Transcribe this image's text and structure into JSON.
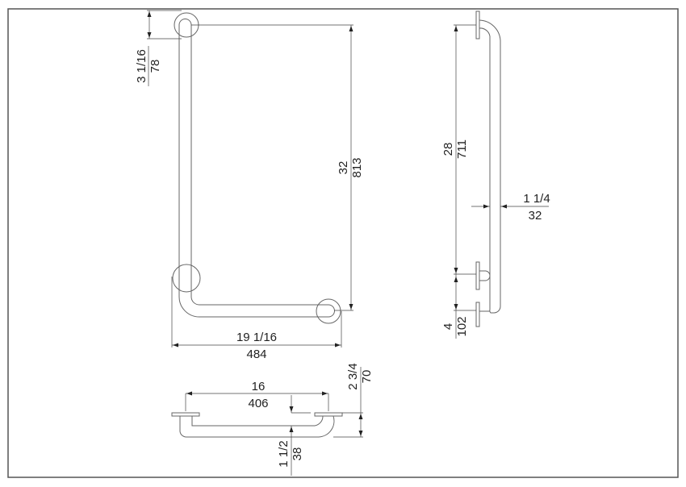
{
  "drawing": {
    "front_view": {
      "flange_offset": {
        "inch": "3 1/16",
        "mm": "78"
      },
      "height": {
        "inch": "32",
        "mm": "813"
      },
      "width": {
        "inch": "19 1/16",
        "mm": "484"
      }
    },
    "side_view": {
      "flange_spacing": {
        "inch": "28",
        "mm": "711"
      },
      "tube_diameter": {
        "inch": "1 1/4",
        "mm": "32"
      },
      "lower_flange_spacing": {
        "inch": "4",
        "mm": "102"
      }
    },
    "bottom_view": {
      "length": {
        "inch": "16",
        "mm": "406"
      },
      "projection": {
        "inch": "2 3/4",
        "mm": "70"
      },
      "clearance": {
        "inch": "1 1/2",
        "mm": "38"
      }
    }
  }
}
